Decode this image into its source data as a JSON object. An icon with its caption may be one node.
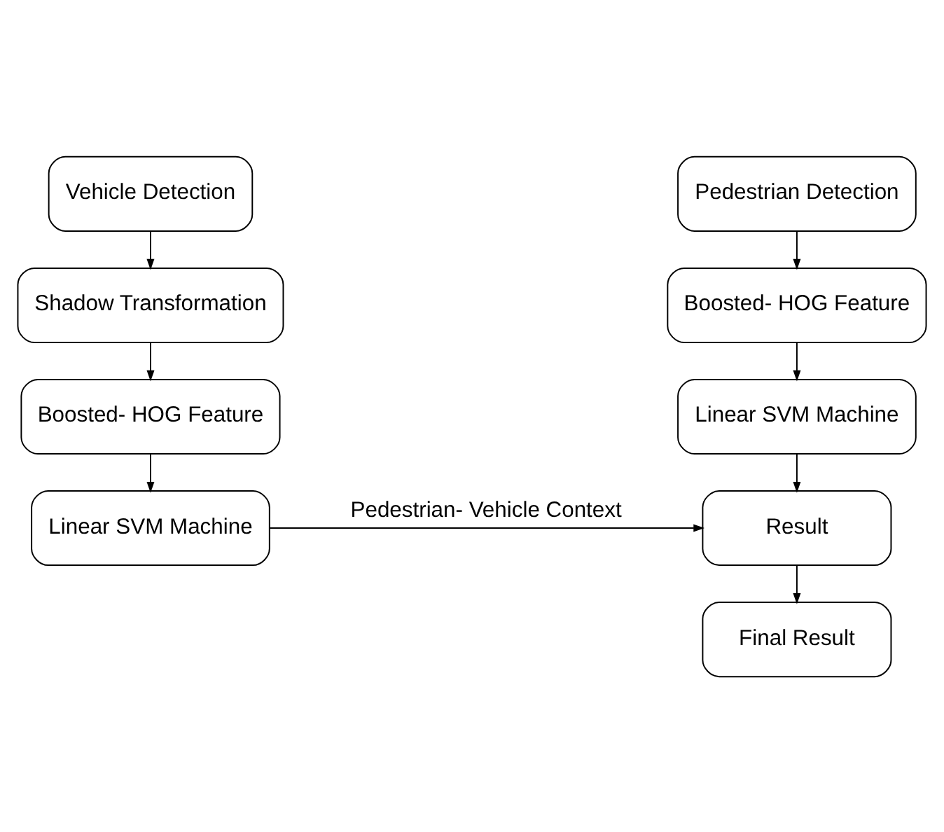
{
  "diagram": {
    "nodes": [
      {
        "text": [
          "Pedestrian Detection"
        ]
      },
      {
        "text": [
          "Boosted- HOG Feature"
        ]
      },
      {
        "text": [
          "Linear SVM Machine"
        ]
      },
      {
        "text": [
          "Result"
        ]
      },
      {
        "text": [
          "Final Result"
        ]
      },
      {
        "text": [
          "Vehicle Detection"
        ]
      },
      {
        "text": [
          "Shadow Transformation"
        ]
      },
      {
        "text": [
          "Boosted- HOG Feature"
        ]
      },
      {
        "text": [
          "Linear SVM Machine"
        ]
      }
    ],
    "edges": [
      {
        "from": 0,
        "to": 1,
        "arrow": "to"
      },
      {
        "from": 1,
        "to": 2,
        "arrow": "to"
      },
      {
        "from": 2,
        "to": 3,
        "arrow": "to"
      },
      {
        "from": 3,
        "to": 4,
        "arrow": "to"
      },
      {
        "from": 5,
        "to": 6,
        "arrow": "to"
      },
      {
        "from": 6,
        "to": 7,
        "arrow": "to"
      },
      {
        "from": 7,
        "to": 8,
        "arrow": "to"
      },
      {
        "from": 8,
        "to": 3,
        "arrow": "to",
        "label": "Pedestrian- Vehicle Context"
      }
    ]
  }
}
